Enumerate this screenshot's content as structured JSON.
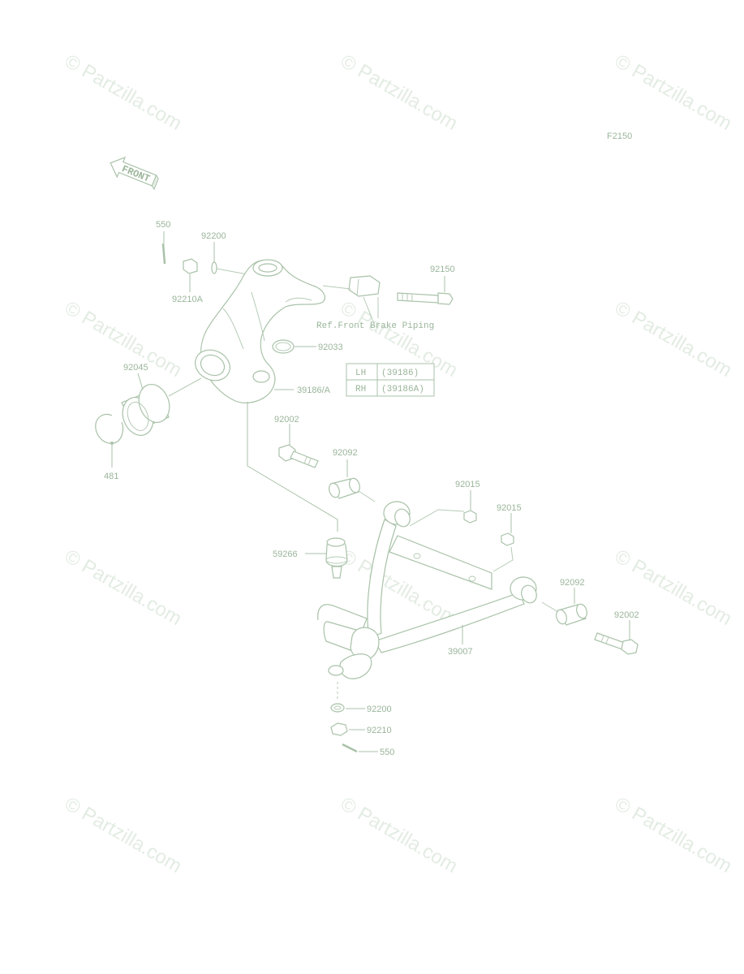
{
  "diagram_code": "F2150",
  "watermark": "© Partzilla.com",
  "front_arrow_label": "FRONT",
  "note_brake": "Ref.Front Brake Piping",
  "side_table": [
    {
      "side": "LH",
      "part": "(39186)"
    },
    {
      "side": "RH",
      "part": "(39186A)"
    }
  ],
  "callouts": {
    "c550_top": "550",
    "c92200_top": "92200",
    "c92210a": "92210A",
    "c92150": "92150",
    "c92033": "92033",
    "c92045": "92045",
    "c39186a": "39186/A",
    "c481": "481",
    "c92002_top": "92002",
    "c92092_top": "92092",
    "c92015_a": "92015",
    "c92015_b": "92015",
    "c59266": "59266",
    "c92092_bot": "92092",
    "c92002_bot": "92002",
    "c39007": "39007",
    "c92200_bot": "92200",
    "c92210": "92210",
    "c550_bot": "550"
  },
  "colors": {
    "line": "#a9c2a9",
    "text": "#9bb59b",
    "watermark": "#e3ece3"
  }
}
